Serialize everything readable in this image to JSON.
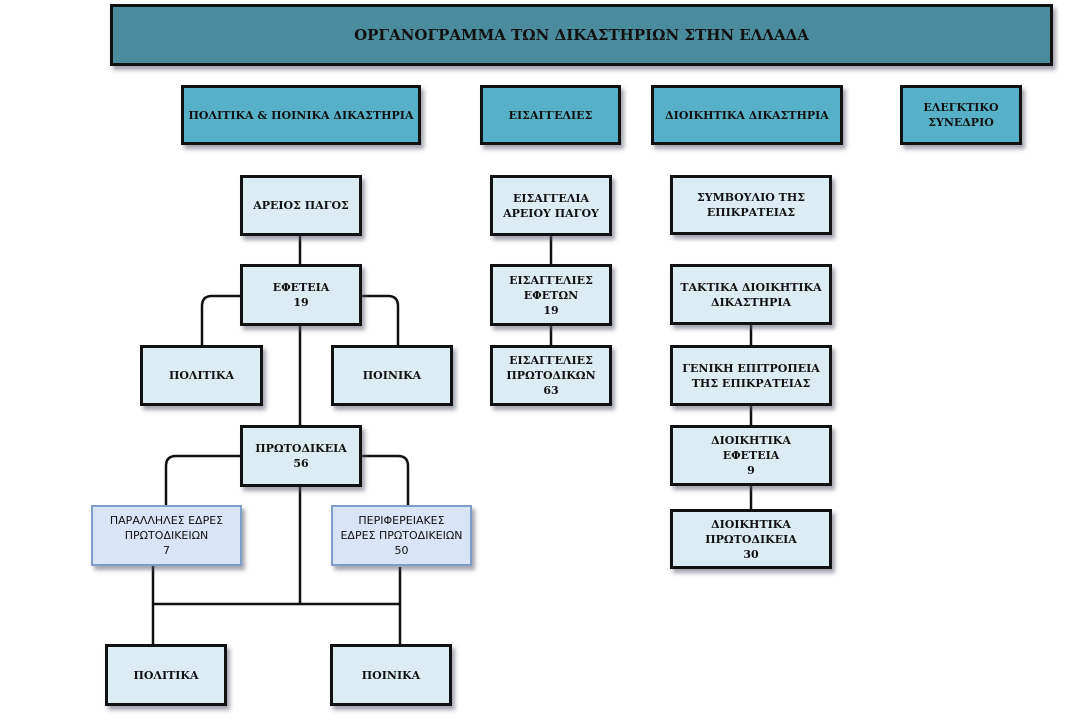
{
  "title": "ΟΡΓΑΝΟΓΡΑΜΜΑ ΤΩΝ ΔΙΚΑΣΤΗΡΙΩΝ ΣΤΗΝ ΕΛΛΑΔΑ",
  "categories": {
    "civil_criminal": "ΠΟΛΙΤΙΚΑ & ΠΟΙΝΙΚΑ ΔΙΚΑΣΤΗΡΙΑ",
    "prosecutors": "ΕΙΣΑΓΓΕΛΙΕΣ",
    "administrative": "ΔΙΟΙΚΗΤΙΚΑ ΔΙΚΑΣΤΗΡΙΑ",
    "audit": [
      "ΕΛΕΓΚΤΙΚΟ",
      "ΣΥΝΕΔΡΙΟ"
    ]
  },
  "civil": {
    "areios_pagos": "ΑΡΕΙΟΣ ΠΑΓΟΣ",
    "efeteia": {
      "name": "ΕΦΕΤΕΙΑ",
      "count": "19"
    },
    "efeteia_civil": "ΠΟΛΙΤΙΚΑ",
    "efeteia_criminal": "ΠΟΙΝΙΚΑ",
    "protodikeia": {
      "name": "ΠΡΩΤΟΔΙΚΕΙΑ",
      "count": "56"
    },
    "parallel_seats": {
      "lines": [
        "ΠΑΡΑΛΛΗΛΕΣ ΕΔΡΕΣ",
        "ΠΡΩΤΟΔΙΚΕΙΩΝ"
      ],
      "count": "7"
    },
    "regional_seats": {
      "lines": [
        "ΠΕΡΙΦΕΡΕΙΑΚΕΣ",
        "ΕΔΡΕΣ ΠΡΩΤΟΔΙΚΕΙΩΝ"
      ],
      "count": "50"
    },
    "protodikeia_civil": "ΠΟΛΙΤΙΚΑ",
    "protodikeia_criminal": "ΠΟΙΝΙΚΑ"
  },
  "prosecutors": {
    "supreme": {
      "lines": [
        "ΕΙΣΑΓΓΕΛΙΑ",
        "ΑΡΕΙΟΥ ΠΑΓΟΥ"
      ]
    },
    "appeals": {
      "lines": [
        "ΕΙΣΑΓΓΕΛΙΕΣ",
        "ΕΦΕΤΩΝ"
      ],
      "count": "19"
    },
    "first_instance": {
      "lines": [
        "ΕΙΣΑΓΓΕΛΙΕΣ",
        "ΠΡΩΤΟΔΙΚΩΝ"
      ],
      "count": "63"
    }
  },
  "administrative": {
    "council_of_state": {
      "lines": [
        "ΣΥΜΒΟΥΛΙΟ ΤΗΣ",
        "ΕΠΙΚΡΑΤΕΙΑΣ"
      ]
    },
    "ordinary": {
      "lines": [
        "ΤΑΚΤΙΚΑ ΔΙΟΙΚΗΤΙΚΑ",
        "ΔΙΚΑΣΤΗΡΙΑ"
      ]
    },
    "general_commission": {
      "lines": [
        "ΓΕΝΙΚΗ ΕΠΙΤΡΟΠΕΙΑ",
        "ΤΗΣ ΕΠΙΚΡΑΤΕΙΑΣ"
      ]
    },
    "appeals": {
      "lines": [
        "ΔΙΟΙΚΗΤΙΚΑ",
        "ΕΦΕΤΕΙΑ"
      ],
      "count": "9"
    },
    "first_instance": {
      "lines": [
        "ΔΙΟΙΚΗΤΙΚΑ",
        "ΠΡΩΤΟΔΙΚΕΙΑ"
      ],
      "count": "30"
    }
  },
  "colors": {
    "title_bg": "#4a8c9c",
    "category_bg": "#56b0c8",
    "node_bg": "#dbedf3",
    "alt_node_bg": "#d7e5f7",
    "alt_node_border": "#7e9cc8"
  }
}
